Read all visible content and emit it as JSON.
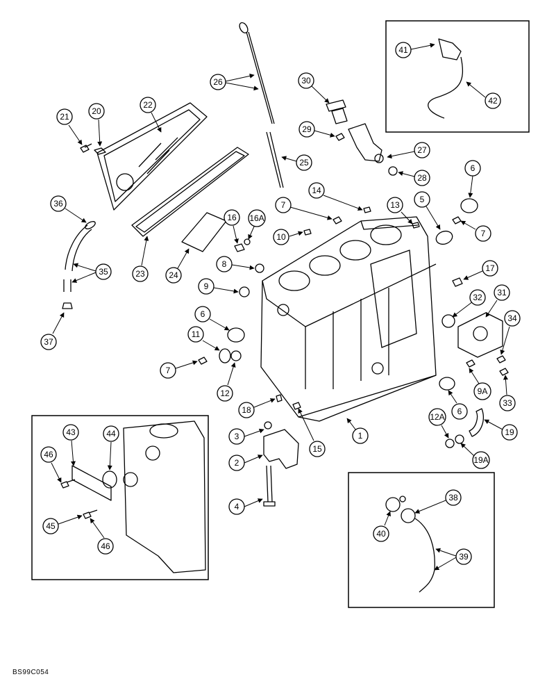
{
  "figure_code": "BS99C054",
  "callouts": [
    {
      "id": "c1",
      "label": "1"
    },
    {
      "id": "c2",
      "label": "2"
    },
    {
      "id": "c3",
      "label": "3"
    },
    {
      "id": "c4",
      "label": "4"
    },
    {
      "id": "c5",
      "label": "5"
    },
    {
      "id": "c6a",
      "label": "6"
    },
    {
      "id": "c6b",
      "label": "6"
    },
    {
      "id": "c6c",
      "label": "6"
    },
    {
      "id": "c7a",
      "label": "7"
    },
    {
      "id": "c7b",
      "label": "7"
    },
    {
      "id": "c7c",
      "label": "7"
    },
    {
      "id": "c8",
      "label": "8"
    },
    {
      "id": "c9",
      "label": "9"
    },
    {
      "id": "c9a",
      "label": "9A"
    },
    {
      "id": "c10",
      "label": "10"
    },
    {
      "id": "c11",
      "label": "11"
    },
    {
      "id": "c12",
      "label": "12"
    },
    {
      "id": "c12a",
      "label": "12A"
    },
    {
      "id": "c13",
      "label": "13"
    },
    {
      "id": "c14",
      "label": "14"
    },
    {
      "id": "c15",
      "label": "15"
    },
    {
      "id": "c16",
      "label": "16"
    },
    {
      "id": "c16a",
      "label": "16A"
    },
    {
      "id": "c17",
      "label": "17"
    },
    {
      "id": "c18",
      "label": "18"
    },
    {
      "id": "c19",
      "label": "19"
    },
    {
      "id": "c19a",
      "label": "19A"
    },
    {
      "id": "c20",
      "label": "20"
    },
    {
      "id": "c21",
      "label": "21"
    },
    {
      "id": "c22",
      "label": "22"
    },
    {
      "id": "c23",
      "label": "23"
    },
    {
      "id": "c24",
      "label": "24"
    },
    {
      "id": "c25",
      "label": "25"
    },
    {
      "id": "c26",
      "label": "26"
    },
    {
      "id": "c27",
      "label": "27"
    },
    {
      "id": "c28",
      "label": "28"
    },
    {
      "id": "c29",
      "label": "29"
    },
    {
      "id": "c30",
      "label": "30"
    },
    {
      "id": "c31",
      "label": "31"
    },
    {
      "id": "c32",
      "label": "32"
    },
    {
      "id": "c33",
      "label": "33"
    },
    {
      "id": "c34",
      "label": "34"
    },
    {
      "id": "c35",
      "label": "35"
    },
    {
      "id": "c36",
      "label": "36"
    },
    {
      "id": "c37",
      "label": "37"
    },
    {
      "id": "c38",
      "label": "38"
    },
    {
      "id": "c39",
      "label": "39"
    },
    {
      "id": "c40",
      "label": "40"
    },
    {
      "id": "c41",
      "label": "41"
    },
    {
      "id": "c42",
      "label": "42"
    },
    {
      "id": "c43",
      "label": "43"
    },
    {
      "id": "c44",
      "label": "44"
    },
    {
      "id": "c45",
      "label": "45"
    },
    {
      "id": "c46a",
      "label": "46"
    },
    {
      "id": "c46b",
      "label": "46"
    }
  ]
}
